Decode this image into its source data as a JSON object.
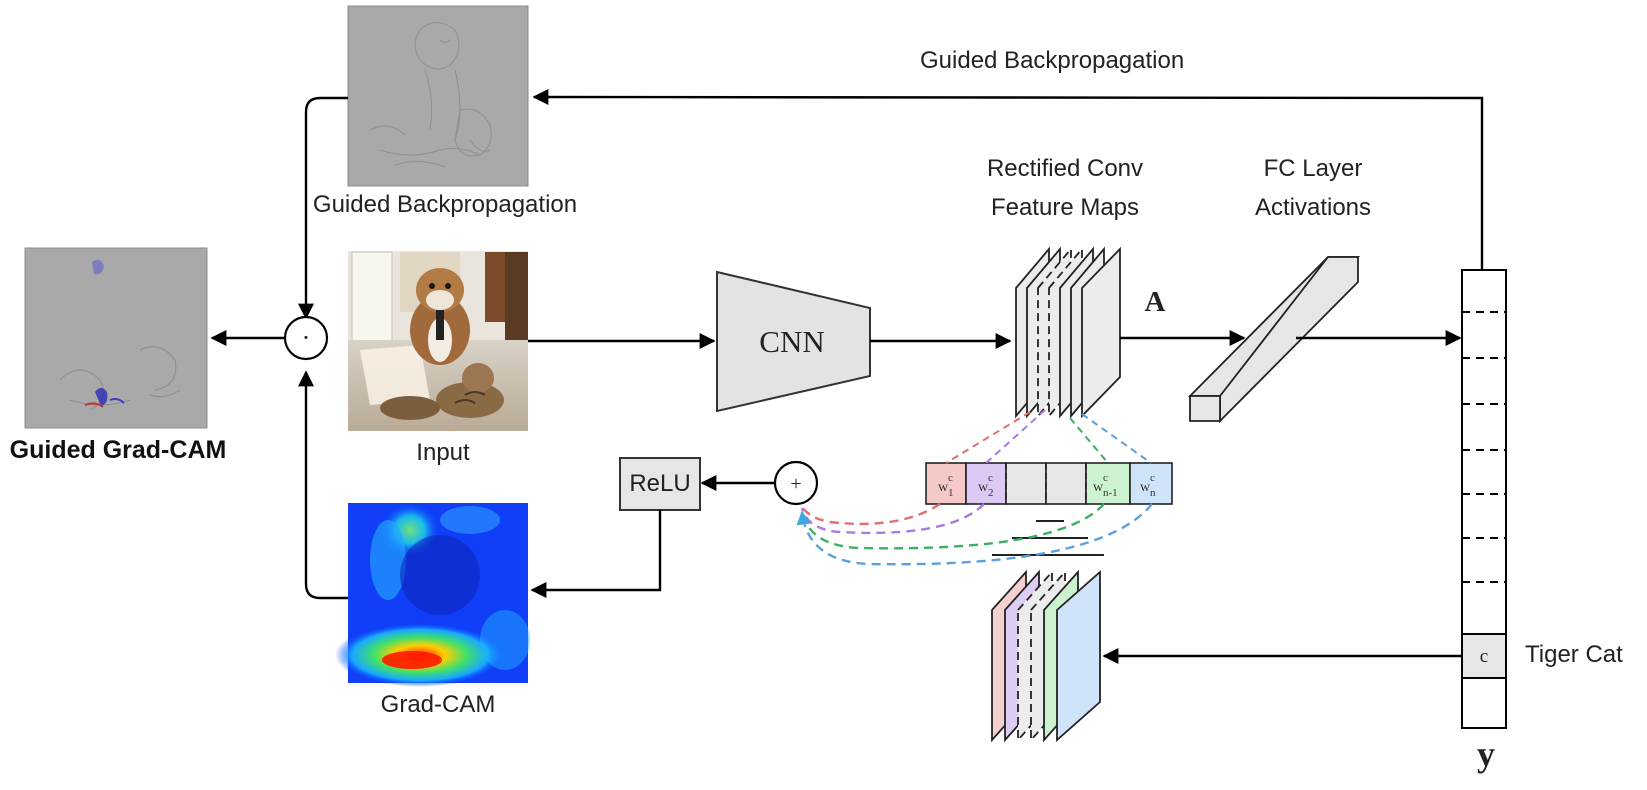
{
  "diagram": {
    "guided_backprop_top": "Guided Backpropagation",
    "guided_backprop_img": "Guided Backpropagation",
    "guided_gradcam": "Guided Grad-CAM",
    "input": "Input",
    "gradcam": "Grad-CAM",
    "cnn": "CNN",
    "rect_conv_line1": "Rectified Conv",
    "rect_conv_line2": "Feature Maps",
    "fc_line1": "FC Layer",
    "fc_line2": "Activations",
    "A": "A",
    "relu": "ReLU",
    "plus": "+",
    "odot": "·",
    "tiger_cat": "Tiger Cat",
    "class_c": "c",
    "y": "y",
    "weights": [
      {
        "base": "w",
        "sup": "c",
        "sub": "1",
        "color": "#f6c9c9",
        "line": "#e07070"
      },
      {
        "base": "w",
        "sup": "c",
        "sub": "2",
        "color": "#ddc9f3",
        "line": "#a77be0"
      },
      {
        "base": "w",
        "sup": "c",
        "sub": "n-1",
        "color": "#cdf2cf",
        "line": "#3bb062"
      },
      {
        "base": "w",
        "sup": "c",
        "sub": "n",
        "color": "#cfe4f8",
        "line": "#5aa0dd"
      }
    ]
  }
}
